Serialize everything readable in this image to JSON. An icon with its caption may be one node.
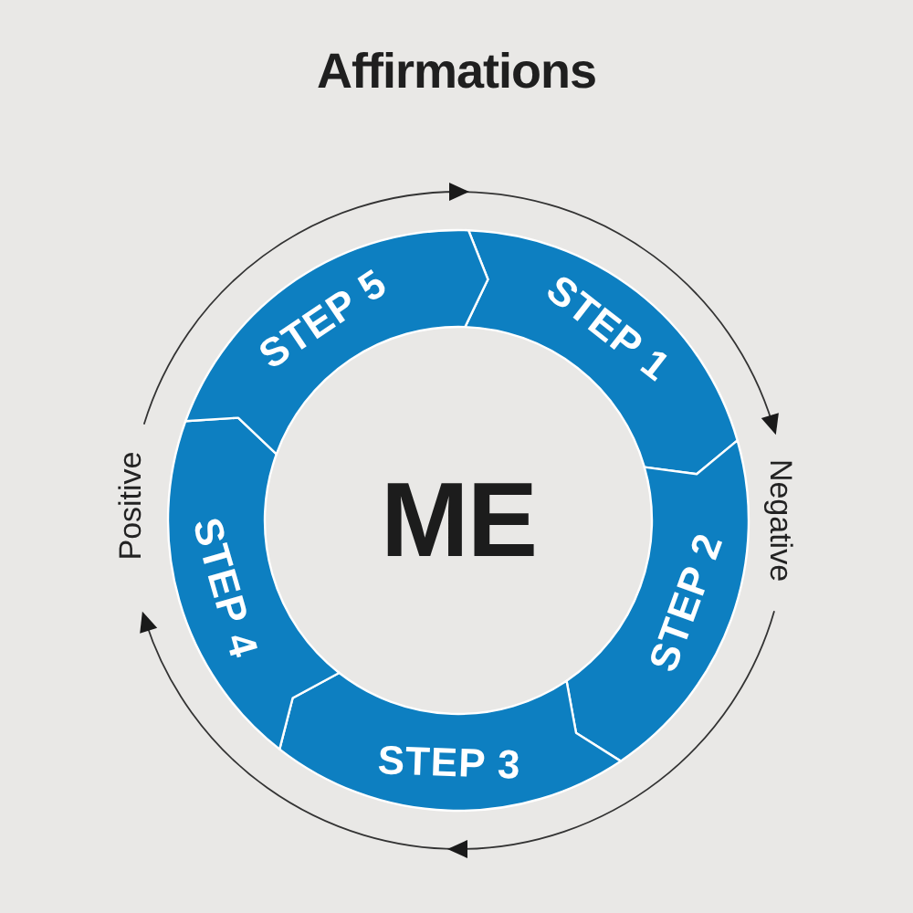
{
  "diagram": {
    "title": "Affirmations",
    "nodes": [
      {
        "text": [
          "ME"
        ]
      },
      {
        "text": [
          "STEP 1"
        ]
      },
      {
        "text": [
          "STEP 2"
        ]
      },
      {
        "text": [
          "STEP 3"
        ]
      },
      {
        "text": [
          "STEP 4"
        ]
      },
      {
        "text": [
          "STEP 5"
        ]
      }
    ],
    "labels": [
      "Positive",
      "Negative"
    ]
  }
}
